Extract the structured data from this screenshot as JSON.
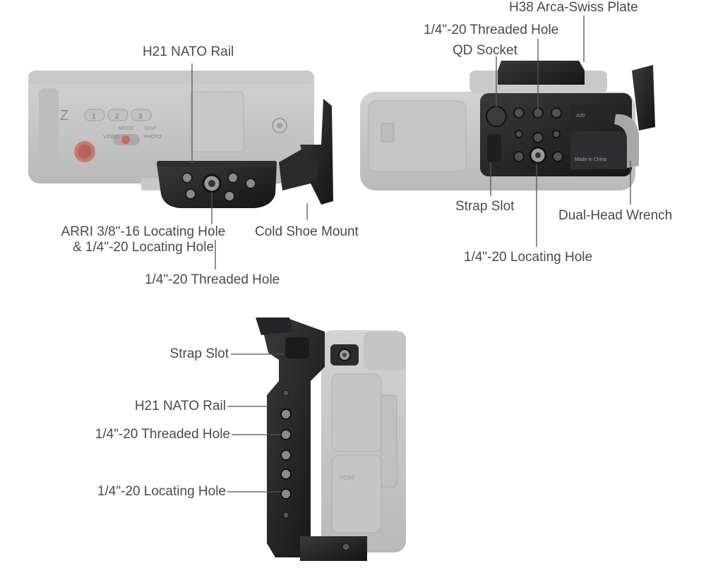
{
  "views": {
    "top_left": {
      "nato_rail": "H21 NATO Rail",
      "arri_line1": "ARRI 3/8\"-16 Locating Hole",
      "arri_line2": "& 1/4\"-20 Locating Hole",
      "cold_shoe": "Cold Shoe Mount",
      "threaded_hole": "1/4\"-20 Threaded Hole",
      "body_text": {
        "key1": "1",
        "key2": "2",
        "key3": "3",
        "photo": "PHOTO",
        "video": "VIDEO",
        "mode": "MODE",
        "disp": "DISP",
        "brand": "Z"
      }
    },
    "top_right": {
      "arca_plate": "H38 Arca-Swiss Plate",
      "threaded_hole": "1/4\"-20 Threaded Hole",
      "qd_socket": "QD Socket",
      "strap_slot": "Strap Slot",
      "wrench": "Dual-Head Wrench",
      "locating_hole": "1/4\"-20 Locating Hole",
      "plate_mark": "A00",
      "made_in": "Made in China"
    },
    "bottom": {
      "strap_slot": "Strap Slot",
      "nato_rail": "H21 NATO Rail",
      "threaded_hole": "1/4\"-20 Threaded Hole",
      "locating_hole": "1/4\"-20 Locating Hole",
      "hdmi": "HDMI"
    }
  }
}
